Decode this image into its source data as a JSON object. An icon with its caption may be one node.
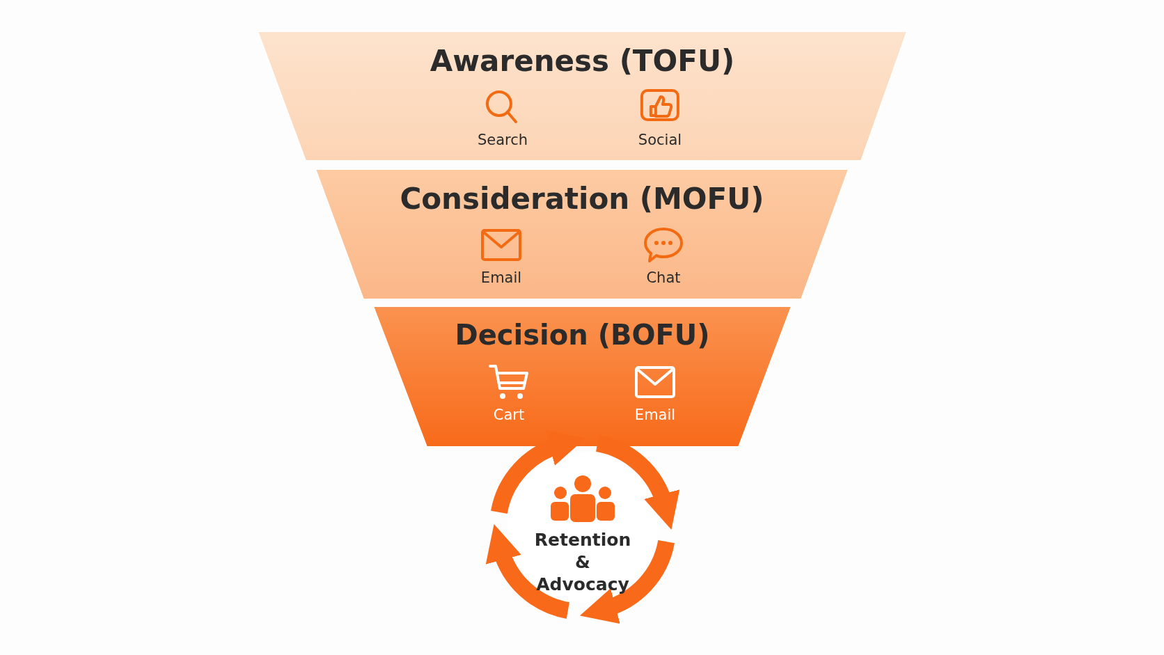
{
  "diagram": {
    "nodes": [
      {
        "text": [
          "Awareness (TOFU)",
          "Search",
          "Social"
        ]
      },
      {
        "text": [
          "Consideration (MOFU)",
          "Email",
          "Chat"
        ]
      },
      {
        "text": [
          "Decision (BOFU)",
          "Cart",
          "Email"
        ]
      },
      {
        "text": [
          "Retention & Advocacy"
        ]
      }
    ],
    "edges": []
  }
}
